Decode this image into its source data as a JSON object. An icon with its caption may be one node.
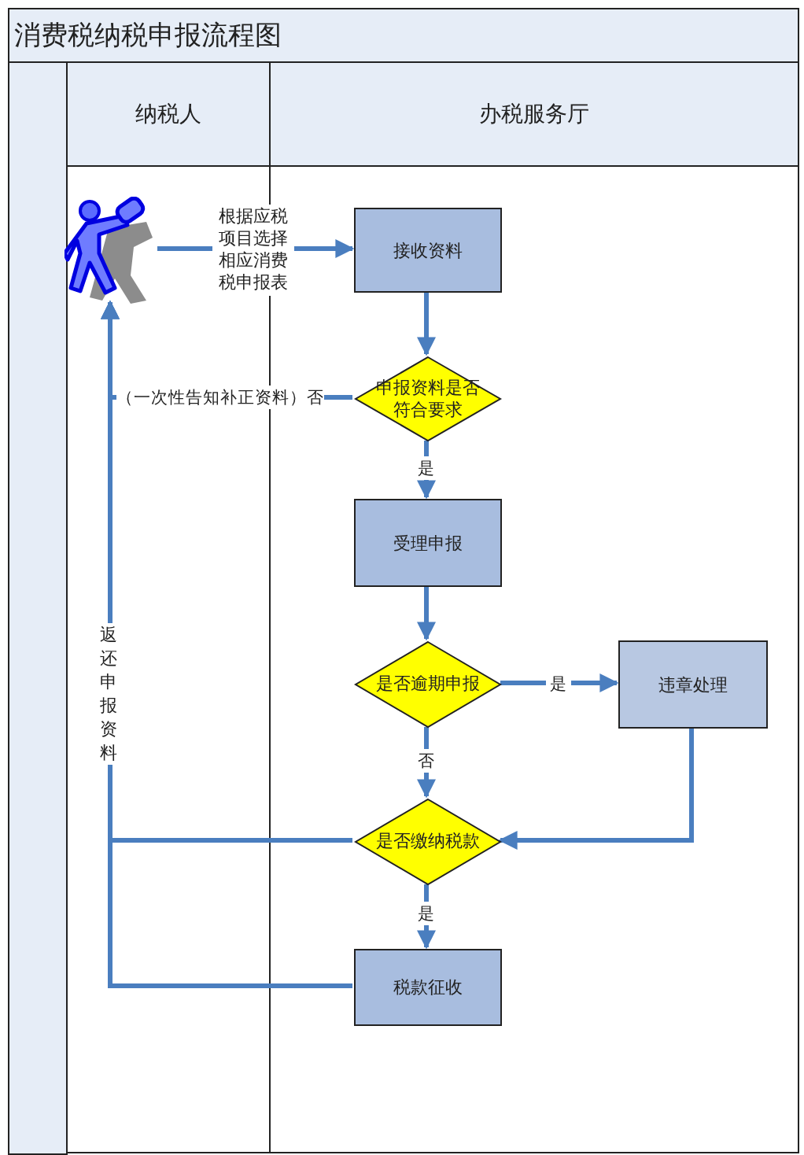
{
  "diagram": {
    "title": "消费税纳税申报流程图",
    "nodes": [
      {
        "text": [
          "纳税人"
        ]
      },
      {
        "text": [
          "办税服务厅"
        ]
      },
      {
        "text": [],
        "shape": "person",
        "in": 0
      },
      {
        "text": [
          "接收资料"
        ],
        "in": 1
      },
      {
        "text": [
          "申报资料是否符合要求"
        ],
        "in": 1
      },
      {
        "text": [
          "受理申报"
        ],
        "in": 1
      },
      {
        "text": [
          "是否逾期申报"
        ],
        "in": 1
      },
      {
        "text": [
          "违章处理"
        ],
        "in": 1
      },
      {
        "text": [
          "是否缴纳税款"
        ],
        "in": 1
      },
      {
        "text": [
          "税款征收"
        ],
        "in": 1
      }
    ],
    "edges": [
      {
        "from": 2,
        "to": 3,
        "arrow": "to",
        "label": "根据应税项目选择相应消费税申报表"
      },
      {
        "from": 3,
        "to": 4,
        "arrow": "to"
      },
      {
        "from": 4,
        "to": 2,
        "arrow": "to",
        "label": "（一次性告知补正资料）否"
      },
      {
        "from": 4,
        "to": 5,
        "arrow": "to",
        "label": "是"
      },
      {
        "from": 5,
        "to": 6,
        "arrow": "to"
      },
      {
        "from": 6,
        "to": 7,
        "arrow": "to",
        "label": "是"
      },
      {
        "from": 6,
        "to": 8,
        "arrow": "to",
        "label": "否"
      },
      {
        "from": 7,
        "to": 8,
        "arrow": "to"
      },
      {
        "from": 8,
        "to": 2,
        "arrow": "to",
        "label": "返还申报资料"
      },
      {
        "from": 9,
        "to": 2,
        "arrow": "to"
      },
      {
        "from": 8,
        "to": 9,
        "arrow": "to",
        "label": "是"
      }
    ]
  }
}
